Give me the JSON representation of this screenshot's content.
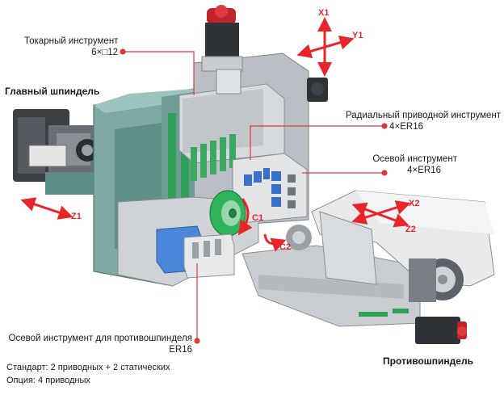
{
  "labels": {
    "turning_tool": {
      "line1": "Токарный инструмент",
      "line2": "6×□12"
    },
    "main_spindle": "Главный шпиндель",
    "radial_tool": {
      "line1": "Радиальный приводной инструмент",
      "line2": "4×ER16"
    },
    "axial_tool": {
      "line1": "Осевой инструмент",
      "line2": "4×ER16"
    },
    "sub_axial_tool": {
      "line1": "Осевой инструмент для противошпинделя",
      "line2": "ER16"
    },
    "sub_spindle": "Противошпиндель"
  },
  "axes": {
    "x1": "X1",
    "y1": "Y1",
    "z1": "Z1",
    "c1": "C1",
    "c2": "C2",
    "x2": "X2",
    "z2": "Z2"
  },
  "notes": {
    "standard": "Стандарт: 2 приводных + 2 статических",
    "option": "Опция: 4 приводных"
  },
  "colors": {
    "frame": "#7fa9a3",
    "frame_dark": "#4f7d77",
    "casting": "#d7dadd",
    "accent_red": "#e8262a",
    "tool_green": "#2fb45a",
    "tool_blue": "#3a6fc8",
    "leader": "#d93a3a"
  }
}
